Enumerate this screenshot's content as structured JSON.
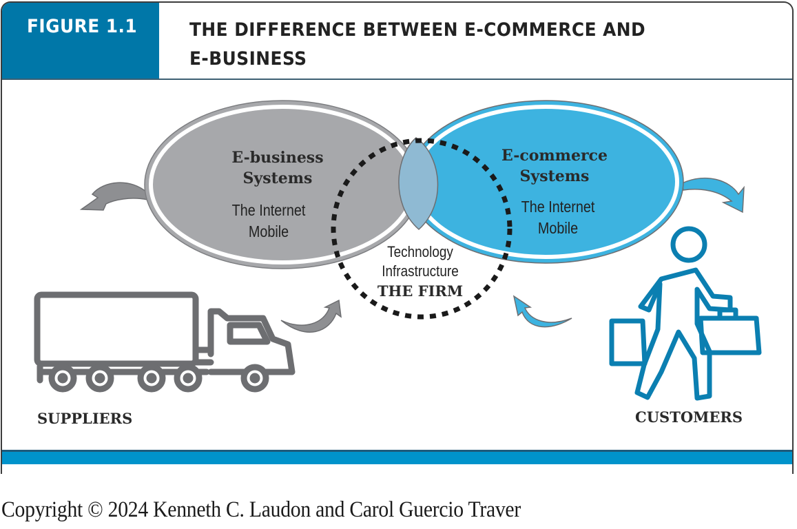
{
  "figure": {
    "number_label": "FIGURE 1.1",
    "title_line1": "THE DIFFERENCE BETWEEN E-COMMERCE AND",
    "title_line2": "E-BUSINESS"
  },
  "colors": {
    "header_blue": "#0077a8",
    "bottom_bar_blue": "#0093cb",
    "ebusiness_gray": "#a7a8ab",
    "ecommerce_blue": "#3db3e0",
    "overlap_blue_gray": "#8fbad3",
    "customer_icon_blue": "#0b7fb1",
    "truck_gray": "#6d6e71"
  },
  "diagram": {
    "ebusiness": {
      "title_line1": "E-business",
      "title_line2": "Systems",
      "tech_line1": "The Internet",
      "tech_line2": "Mobile"
    },
    "ecommerce": {
      "title_line1": "E-commerce",
      "title_line2": "Systems",
      "tech_line1": "The Internet",
      "tech_line2": "Mobile"
    },
    "firm": {
      "line1": "Technology",
      "line2": "Infrastructure",
      "name": "THE FIRM"
    },
    "suppliers_label": "SUPPLIERS",
    "customers_label": "CUSTOMERS",
    "icons": {
      "suppliers": "truck-icon",
      "customers": "shopper-with-bags-icon"
    }
  },
  "footer": {
    "copyright": "Copyright © 2024 Kenneth C. Laudon and Carol Guercio Traver"
  }
}
